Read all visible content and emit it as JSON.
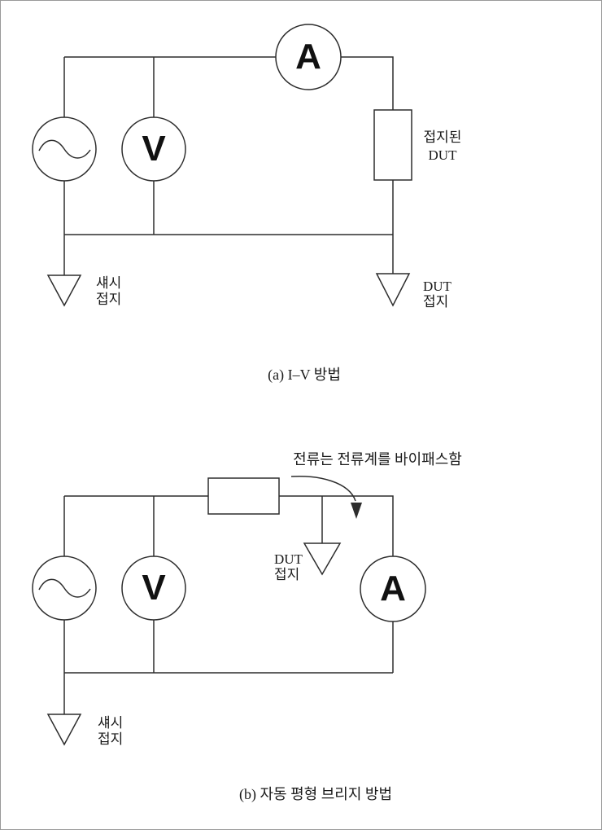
{
  "figure": {
    "colors": {
      "background": "#ffffff",
      "border": "#999999",
      "line": "#2d2d2d",
      "text": "#1a1a1a"
    },
    "panel_a": {
      "caption": "(a) I–V 방법",
      "voltmeter_letter": "V",
      "ammeter_letter": "A",
      "grounded_dut": {
        "line1": "접지된",
        "line2": "DUT"
      },
      "chassis_ground": {
        "line1": "섀시",
        "line2": "접지"
      },
      "dut_ground": {
        "line1": "DUT",
        "line2": "접지"
      }
    },
    "panel_b": {
      "caption": "(b) 자동 평형 브리지 방법",
      "annotation": "전류는 전류계를 바이패스함",
      "voltmeter_letter": "V",
      "ammeter_letter": "A",
      "dut_ground": {
        "line1": "DUT",
        "line2": "접지"
      },
      "chassis_ground": {
        "line1": "섀시",
        "line2": "접지"
      }
    }
  }
}
